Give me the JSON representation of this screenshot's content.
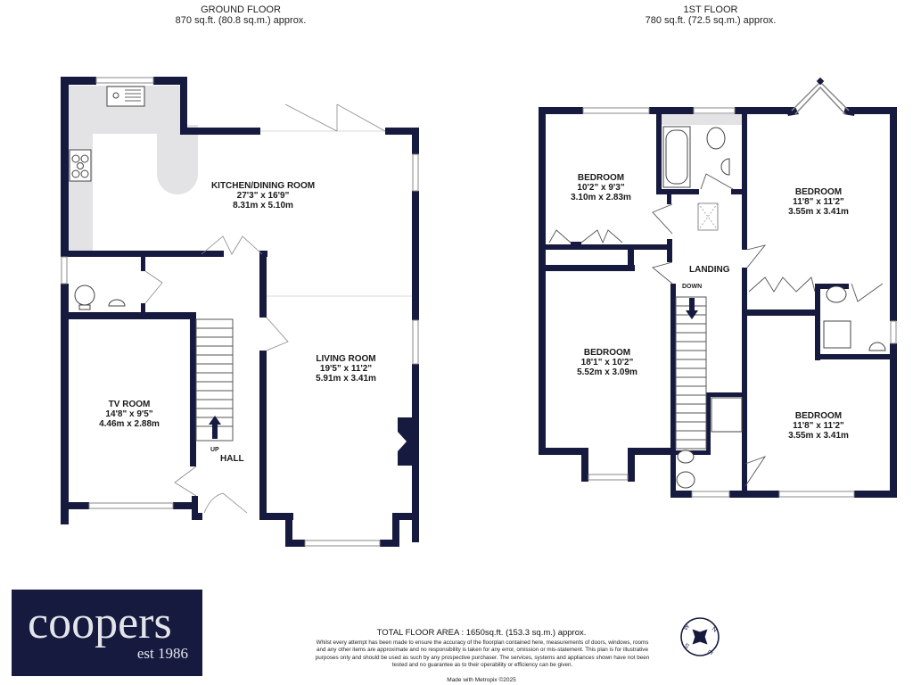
{
  "ground_floor": {
    "title": "GROUND FLOOR",
    "area": "870 sq.ft. (80.8 sq.m.) approx.",
    "rooms": [
      {
        "name": "KITCHEN/DINING ROOM",
        "imperial": "27'3\"  x 16'9\"",
        "metric": "8.31m  x 5.10m"
      },
      {
        "name": "LIVING ROOM",
        "imperial": "19'5\"  x 11'2\"",
        "metric": "5.91m  x 3.41m"
      },
      {
        "name": "TV ROOM",
        "imperial": "14'8\"  x 9'5\"",
        "metric": "4.46m  x 2.88m"
      }
    ],
    "hall_label": "HALL",
    "stairs_label": "UP"
  },
  "first_floor": {
    "title": "1ST FLOOR",
    "area": "780 sq.ft. (72.5 sq.m.) approx.",
    "rooms": [
      {
        "name": "BEDROOM",
        "imperial": "10'2\"  x 9'3\"",
        "metric": "3.10m  x 2.83m"
      },
      {
        "name": "BEDROOM",
        "imperial": "11'8\"  x 11'2\"",
        "metric": "3.55m  x 3.41m"
      },
      {
        "name": "BEDROOM",
        "imperial": "18'1\"  x 10'2\"",
        "metric": "5.52m  x 3.09m"
      },
      {
        "name": "BEDROOM",
        "imperial": "11'8\"  x 11'2\"",
        "metric": "3.55m  x 3.41m"
      }
    ],
    "landing_label": "LANDING",
    "stairs_label": "DOWN"
  },
  "footer": {
    "total_area": "TOTAL FLOOR AREA : 1650sq.ft. (153.3 sq.m.) approx.",
    "disclaimer": "Whilst every attempt has been made to ensure the accuracy of the floorplan contained here, measurements of doors, windows, rooms and any other items are approximate and no responsibility is taken for any error, omission or mis-statement. This plan is for illustrative purposes only and should be used as such by any prospective purchaser. The services, systems and appliances shown have not been tested and no guarantee as to their operability or efficiency can be given.",
    "made_with": "Made with Metropix ©2025"
  },
  "logo": {
    "brand": "coopers",
    "tagline": "est 1986",
    "background": "#161a3f"
  },
  "compass": {
    "icon": "compass-rose-icon",
    "labels": [
      "N",
      "E",
      "S",
      "W"
    ]
  },
  "colors": {
    "wall": "#161a3f",
    "fixture_fill": "#e3e3e6",
    "background": "#ffffff"
  }
}
